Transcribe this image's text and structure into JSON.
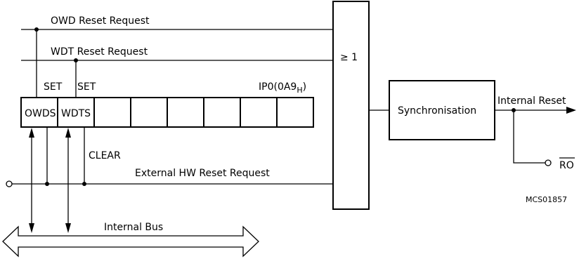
{
  "signals": {
    "owd_reset_request": "OWD Reset Request",
    "wdt_reset_request": "WDT Reset Request",
    "external_hw_reset_request": "External HW Reset Request",
    "internal_bus": "Internal Bus",
    "internal_reset": "Internal Reset",
    "ro_output": "RO"
  },
  "register": {
    "name": "IP0(0A9",
    "name_subscript": "H",
    "name_close": ")",
    "cell_owds": "OWDS",
    "cell_wdts": "WDTS",
    "set_label_1": "SET",
    "set_label_2": "SET",
    "clear_label": "CLEAR"
  },
  "blocks": {
    "or_gate": "≥ 1",
    "synchronisation": "Synchronisation"
  },
  "figure_code": "MCS01857"
}
